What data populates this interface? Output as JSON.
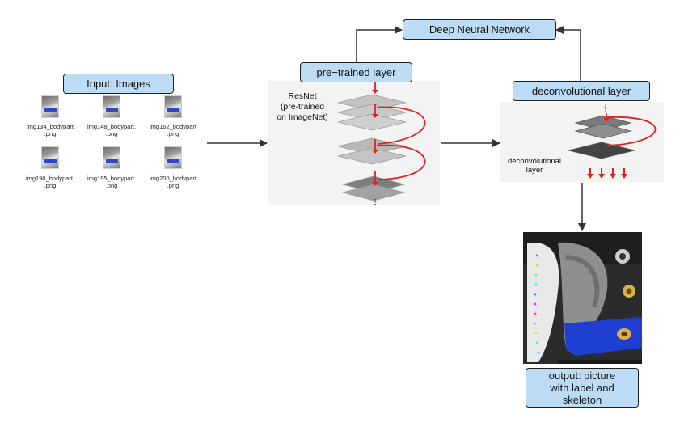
{
  "title_box": {
    "label": "Deep Neural Network"
  },
  "input_box": {
    "label": "Input: Images"
  },
  "pretrained_box": {
    "label": "pre−trained layer"
  },
  "deconv_box": {
    "label": "deconvolutional layer"
  },
  "output_box": {
    "line1": "output: picture",
    "line2": "with label and",
    "line3": "skeleton"
  },
  "thumbnails": [
    {
      "line1": "img134_bodypart",
      "line2": ".png"
    },
    {
      "line1": "img148_bodypart.",
      "line2": ".png"
    },
    {
      "line1": "img162_bodypart",
      "line2": ".png"
    },
    {
      "line1": "img190_bodypart.",
      "line2": ".png"
    },
    {
      "line1": "img195_bodypart.",
      "line2": ".png"
    },
    {
      "line1": "img200_bodypart",
      "line2": ".png"
    }
  ],
  "resnet_panel": {
    "line1": "ResNet",
    "line2": "(pre-trained",
    "line3": "on ImageNet)"
  },
  "deconv_panel": {
    "line1": "deconvolutional",
    "line2": "layer"
  },
  "colors": {
    "box_fill": "#bcdcf5",
    "arrow": "#333333",
    "red": "#e02020",
    "blue_part": "#1f3fd0"
  }
}
